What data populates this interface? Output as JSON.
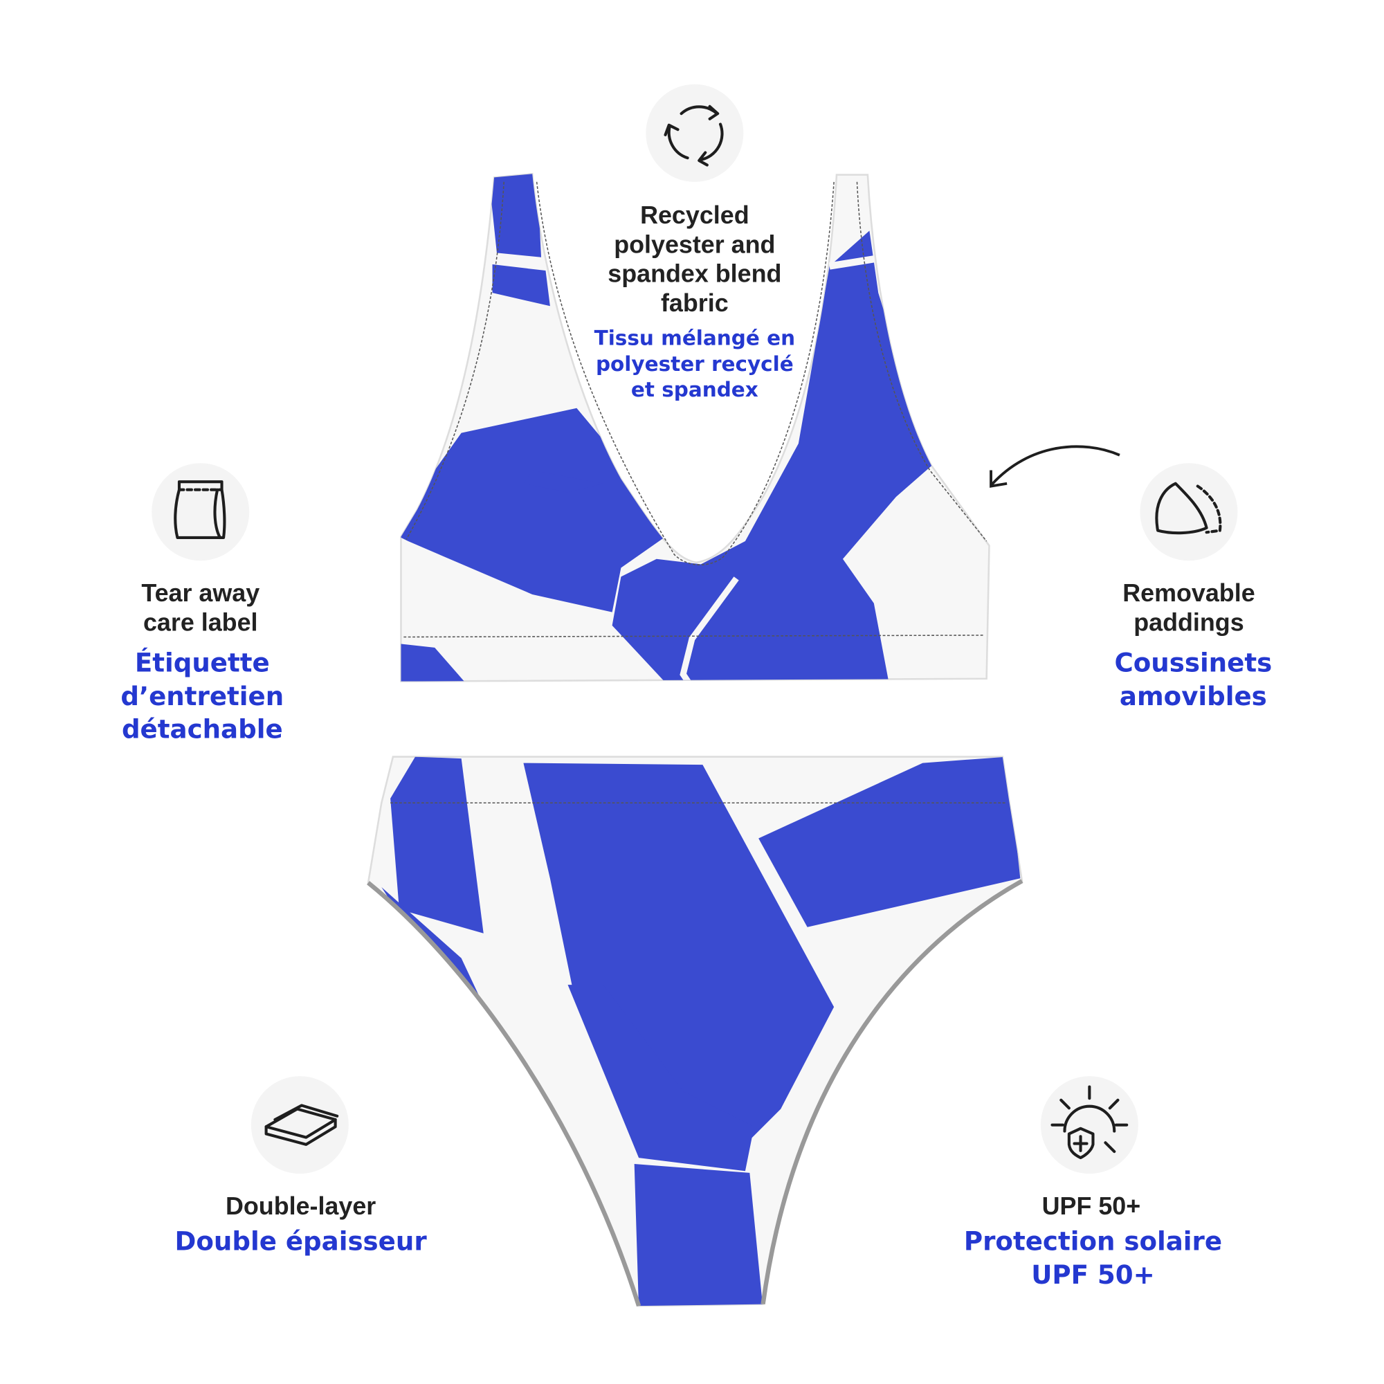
{
  "colors": {
    "brand_blue": "#2438d0",
    "fabric_blue": "#3a4bd0",
    "text_dark": "#222222",
    "icon_bg": "#f4f4f4"
  },
  "features": {
    "fabric": {
      "icon": "recycle-icon",
      "en": [
        "Recycled",
        "polyester and",
        "spandex blend",
        "fabric"
      ],
      "fr": [
        "Tissu mélangé en",
        "polyester recyclé",
        "et spandex"
      ]
    },
    "care_label": {
      "icon": "care-label-icon",
      "en": [
        "Tear away",
        "care label"
      ],
      "fr": [
        "Étiquette",
        "d’entretien",
        "détachable"
      ]
    },
    "paddings": {
      "icon": "padding-icon",
      "en": [
        "Removable",
        "paddings"
      ],
      "fr": [
        "Coussinets",
        "amovibles"
      ]
    },
    "double_layer": {
      "icon": "layers-icon",
      "en": [
        "Double-layer"
      ],
      "fr": [
        "Double épaisseur"
      ]
    },
    "upf": {
      "icon": "sun-shield-icon",
      "en": [
        "UPF 50+"
      ],
      "fr": [
        "Protection solaire",
        "UPF 50+"
      ]
    }
  }
}
